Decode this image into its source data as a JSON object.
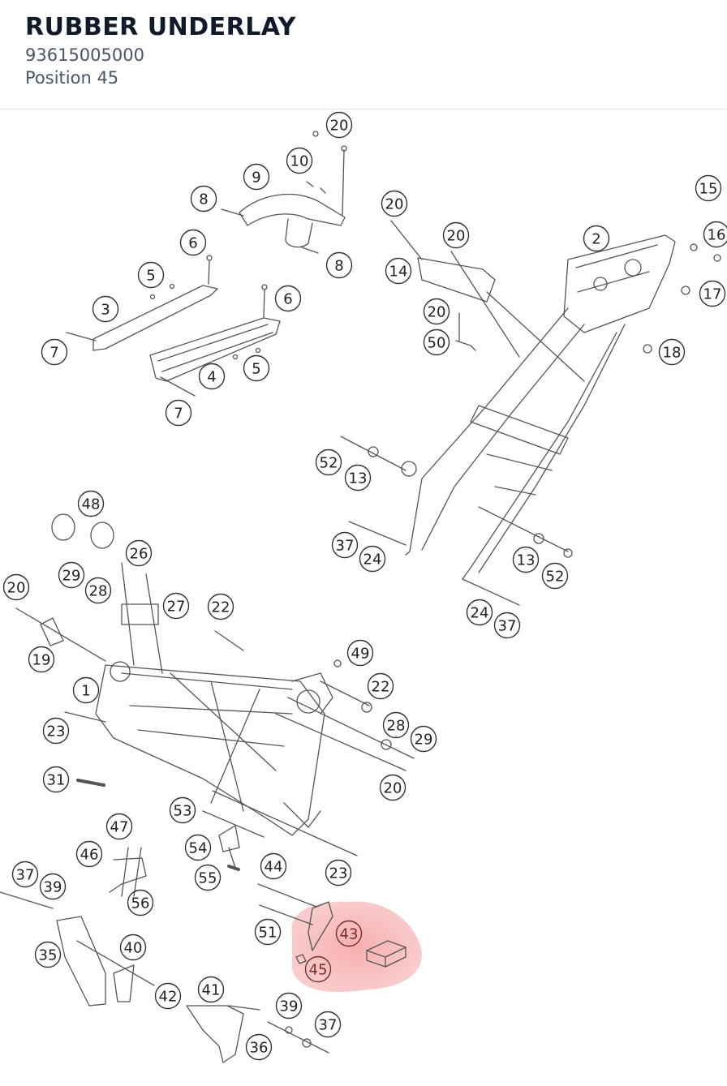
{
  "header": {
    "title": "RUBBER UNDERLAY",
    "part_number": "93615005000",
    "position": "Position 45"
  },
  "diagram": {
    "highlight_color": "#f28b8b",
    "callouts": [
      "20",
      "10",
      "9",
      "8",
      "20",
      "15",
      "20",
      "2",
      "16",
      "6",
      "8",
      "14",
      "5",
      "6",
      "17",
      "3",
      "20",
      "50",
      "18",
      "7",
      "5",
      "4",
      "7",
      "52",
      "13",
      "48",
      "37",
      "24",
      "13",
      "52",
      "26",
      "29",
      "20",
      "28",
      "27",
      "22",
      "24",
      "37",
      "49",
      "19",
      "1",
      "22",
      "23",
      "28",
      "29",
      "20",
      "31",
      "53",
      "47",
      "46",
      "54",
      "44",
      "23",
      "55",
      "37",
      "39",
      "56",
      "43",
      "51",
      "40",
      "35",
      "45",
      "41",
      "42",
      "39",
      "37",
      "36"
    ],
    "highlighted": [
      "43",
      "45"
    ]
  }
}
